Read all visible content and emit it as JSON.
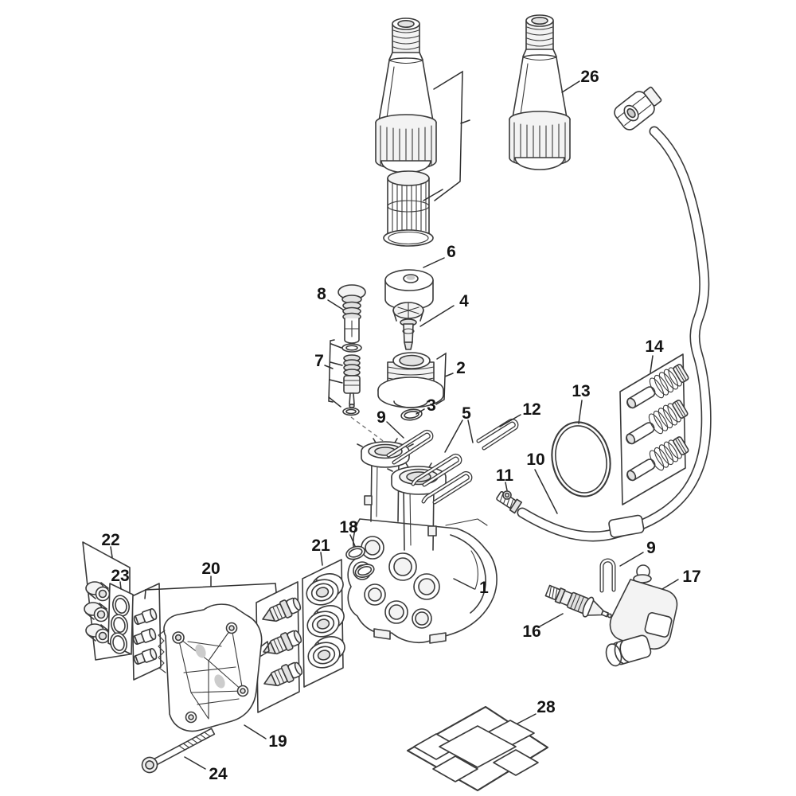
{
  "figure": {
    "background_color": "#ffffff",
    "line_color": "#3a3a3a",
    "label_color": "#141414"
  },
  "callouts": [
    {
      "num": "26"
    },
    {
      "num": "6"
    },
    {
      "num": "8"
    },
    {
      "num": "4"
    },
    {
      "num": "7"
    },
    {
      "num": "2"
    },
    {
      "num": "3"
    },
    {
      "num": "9"
    },
    {
      "num": "5"
    },
    {
      "num": "12"
    },
    {
      "num": "13"
    },
    {
      "num": "14"
    },
    {
      "num": "10"
    },
    {
      "num": "11"
    },
    {
      "num": "18"
    },
    {
      "num": "21"
    },
    {
      "num": "22"
    },
    {
      "num": "23"
    },
    {
      "num": "20"
    },
    {
      "num": "1"
    },
    {
      "num": "9"
    },
    {
      "num": "17"
    },
    {
      "num": "16"
    },
    {
      "num": "19"
    },
    {
      "num": "24"
    },
    {
      "num": "28"
    }
  ]
}
